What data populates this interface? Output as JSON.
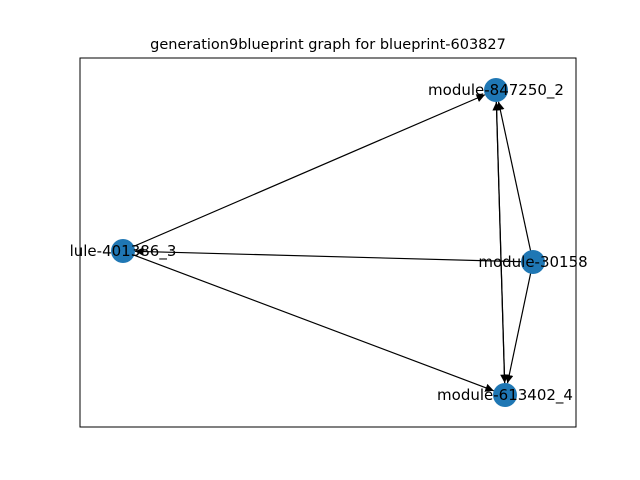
{
  "figure": {
    "title": "generation9blueprint graph for blueprint-603827"
  },
  "colors": {
    "node_fill": "#1f77b4",
    "edge": "#000000",
    "frame": "#000000",
    "background": "#ffffff"
  },
  "graph": {
    "nodes": [
      {
        "id": "n847",
        "label": "module-847250_2"
      },
      {
        "id": "n401",
        "label": "lule-401386_3"
      },
      {
        "id": "n301",
        "label": "module-30158"
      },
      {
        "id": "n613",
        "label": "module-613402_4"
      }
    ],
    "edges": [
      {
        "from": "n401",
        "to": "n847",
        "directed": true
      },
      {
        "from": "n401",
        "to": "n613",
        "directed": true
      },
      {
        "from": "n301",
        "to": "n401",
        "directed": true
      },
      {
        "from": "n301",
        "to": "n847",
        "directed": true
      },
      {
        "from": "n301",
        "to": "n613",
        "directed": true
      },
      {
        "from": "n613",
        "to": "n847",
        "directed": true
      },
      {
        "from": "n847",
        "to": "n613",
        "directed": true
      }
    ]
  }
}
